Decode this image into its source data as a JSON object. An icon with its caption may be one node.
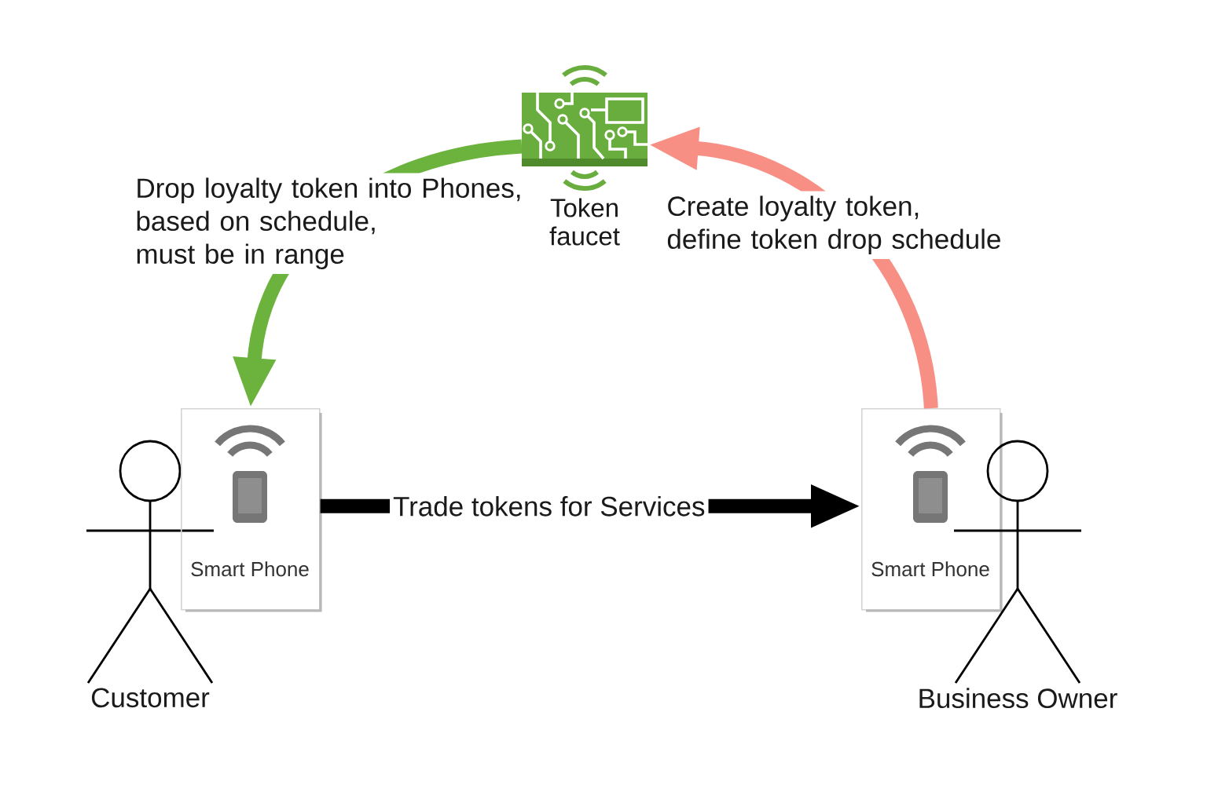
{
  "diagram": {
    "nodes": [
      {
        "text": [],
        "shape": "picture",
        "beside": [
          "Token faucet"
        ]
      },
      {
        "text": [],
        "shape": "person",
        "beside": [
          "Customer"
        ]
      },
      {
        "text": [
          "Smart Phone"
        ]
      },
      {
        "text": [
          "Smart Phone"
        ]
      },
      {
        "text": [],
        "shape": "person",
        "beside": [
          "Business Owner"
        ]
      }
    ],
    "edges": [
      {
        "from": 0,
        "to": 2,
        "arrow": "to",
        "label": "Drop loyalty token into Phones, based on schedule, must be in range",
        "color": "#6cb33e"
      },
      {
        "from": 3,
        "to": 0,
        "arrow": "to",
        "label": "Create loyalty token, define token drop schedule",
        "color": "#f88f84"
      },
      {
        "from": 2,
        "to": 3,
        "arrow": "to",
        "label": "Trade tokens for Services",
        "color": "#000000"
      }
    ]
  }
}
